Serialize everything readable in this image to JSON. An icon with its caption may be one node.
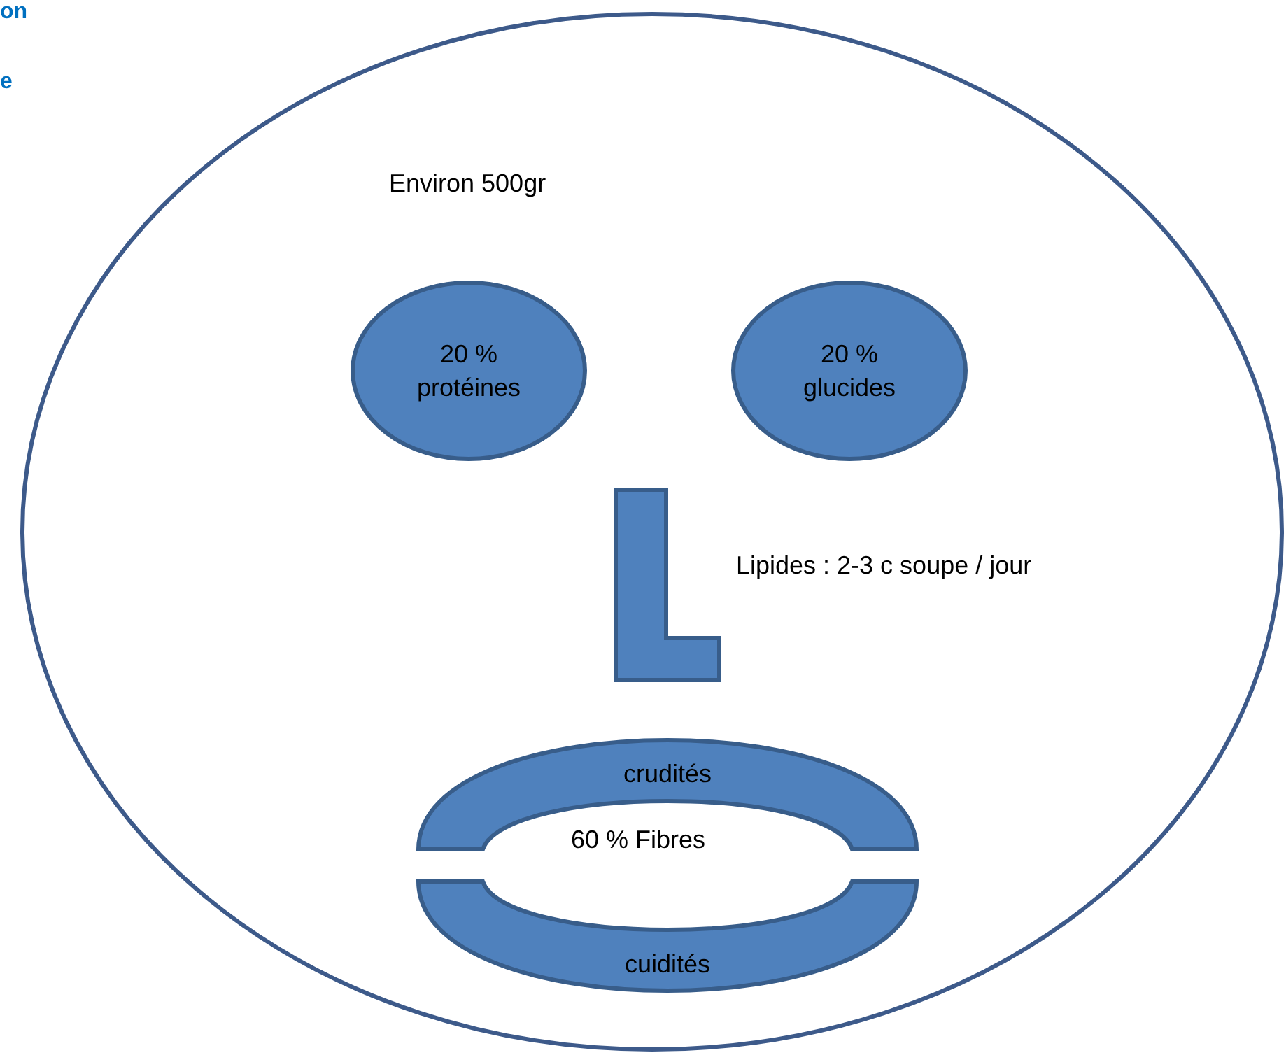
{
  "diagram": {
    "nodes": [
      {
        "text": [
          "Environ 500gr"
        ]
      },
      {
        "text": [
          "20 % protéines"
        ],
        "in": 0
      },
      {
        "text": [
          "20 % glucides"
        ],
        "in": 0
      },
      {
        "text": [],
        "shape": "box",
        "in": 0,
        "beside": [
          "Lipides : 2-3 c soupe / jour"
        ]
      },
      {
        "text": [
          "crudités"
        ],
        "in": 0
      },
      {
        "text": [
          "cuidités"
        ],
        "in": 0
      }
    ],
    "edges": [],
    "labels": [
      "on",
      "e",
      "60 % Fibres"
    ]
  }
}
